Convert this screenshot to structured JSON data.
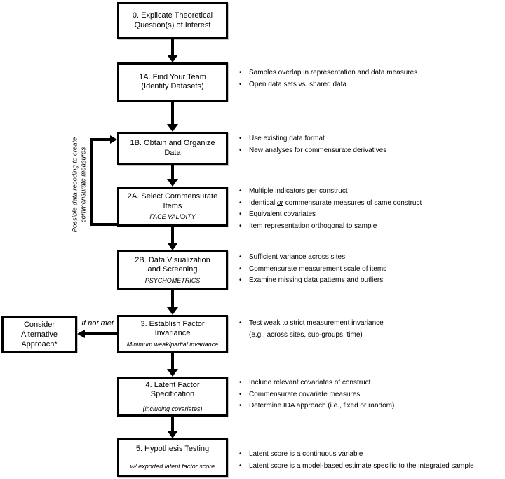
{
  "figure": {
    "background_color": "#ffffff",
    "line_color": "#000000",
    "text_color": "#000000"
  },
  "steps": [
    {
      "title": "0. Explicate Theoretical\nQuestion(s) of Interest",
      "subtitle": "",
      "bullets": []
    },
    {
      "title": "1A. Find Your Team\n(Identify Datasets)",
      "subtitle": "",
      "bullets": [
        "Samples overlap in representation and data measures",
        "Open data sets vs. shared data"
      ]
    },
    {
      "title": "1B. Obtain and Organize\nData",
      "subtitle": "",
      "bullets": [
        "Use existing data format",
        "New analyses for commensurate derivatives"
      ]
    },
    {
      "title": "2A. Select Commensurate\nItems",
      "subtitle": "FACE VALIDITY",
      "bullets": [
        {
          "parts": [
            {
              "t": "Multiple"
            },
            {
              "t": " indicators per construct"
            }
          ]
        },
        {
          "parts": [
            {
              "t": "Identical "
            },
            {
              "t": "or"
            },
            {
              "t": " commensurate measures of same construct"
            }
          ]
        },
        "Equivalent covariates",
        "Item representation orthogonal to sample"
      ]
    },
    {
      "title": "2B. Data Visualization\nand Screening",
      "subtitle": "PSYCHOMETRICS",
      "bullets": [
        "Sufficient variance across sites",
        "Commensurate measurement scale of items",
        "Examine missing data patterns and outliers"
      ]
    },
    {
      "title": "3. Establish Factor\nInvariance",
      "subtitle": "Minimum weak/partial invariance",
      "bullets": [
        "Test weak to strict measurement invariance\n(e.g., across sites, sub-groups, time)"
      ]
    },
    {
      "title": "4. Latent Factor\nSpecification",
      "subtitle": "(including covariates)",
      "bullets": [
        "Include relevant covariates of construct",
        "Commensurate covariate measures",
        "Determine IDA approach (i.e., fixed or random)"
      ]
    },
    {
      "title": "5. Hypothesis Testing",
      "subtitle": "w/ exported latent factor score",
      "bullets": [
        "Latent score is a continuous variable",
        "Latent score is a model-based estimate specific to the integrated sample"
      ]
    }
  ],
  "alternative_box": {
    "title": "Consider\nAlternative\nApproach*"
  },
  "labels": {
    "if_not_met": "If not met",
    "feedback_loop": "Possible data recoding to create\ncommensurate measures",
    "bullet_glyph": "•"
  }
}
